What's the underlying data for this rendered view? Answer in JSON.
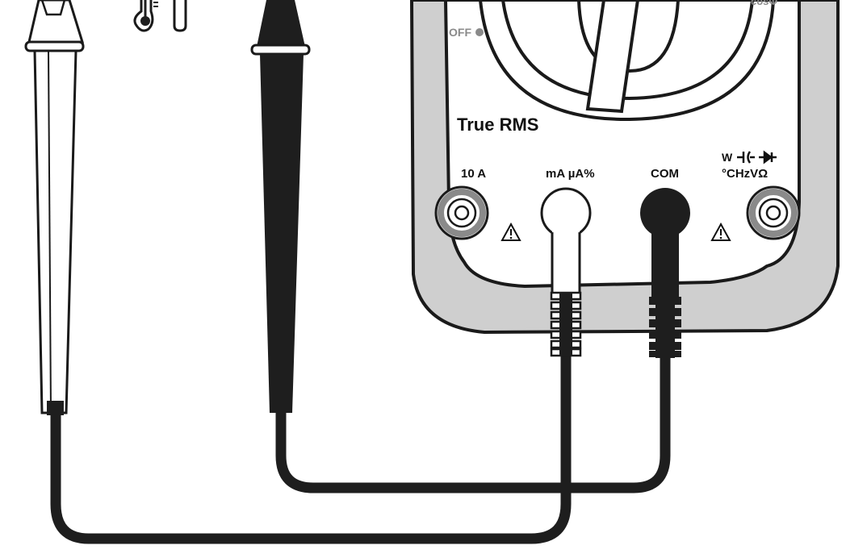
{
  "meter": {
    "off_label": "OFF",
    "cos_label": "cosΦ",
    "true_rms_label": "True RMS",
    "jacks": {
      "ten_amp": {
        "label": "10 A"
      },
      "milliamp": {
        "label": "mA µA%"
      },
      "common": {
        "label": "COM"
      },
      "volt_ohm": {
        "label_line1": "W",
        "label_line2": "°CHzVΩ"
      }
    },
    "warning_symbol": "⚠"
  },
  "colors": {
    "body_gray": "#cfcfcf",
    "outline": "#1a1a1a",
    "lead_black": "#1e1e1e",
    "lead_white": "#ffffff",
    "jack_ring": "#8a8a8a"
  },
  "probes": {
    "left_probe_color": "white",
    "right_probe_color": "black"
  }
}
